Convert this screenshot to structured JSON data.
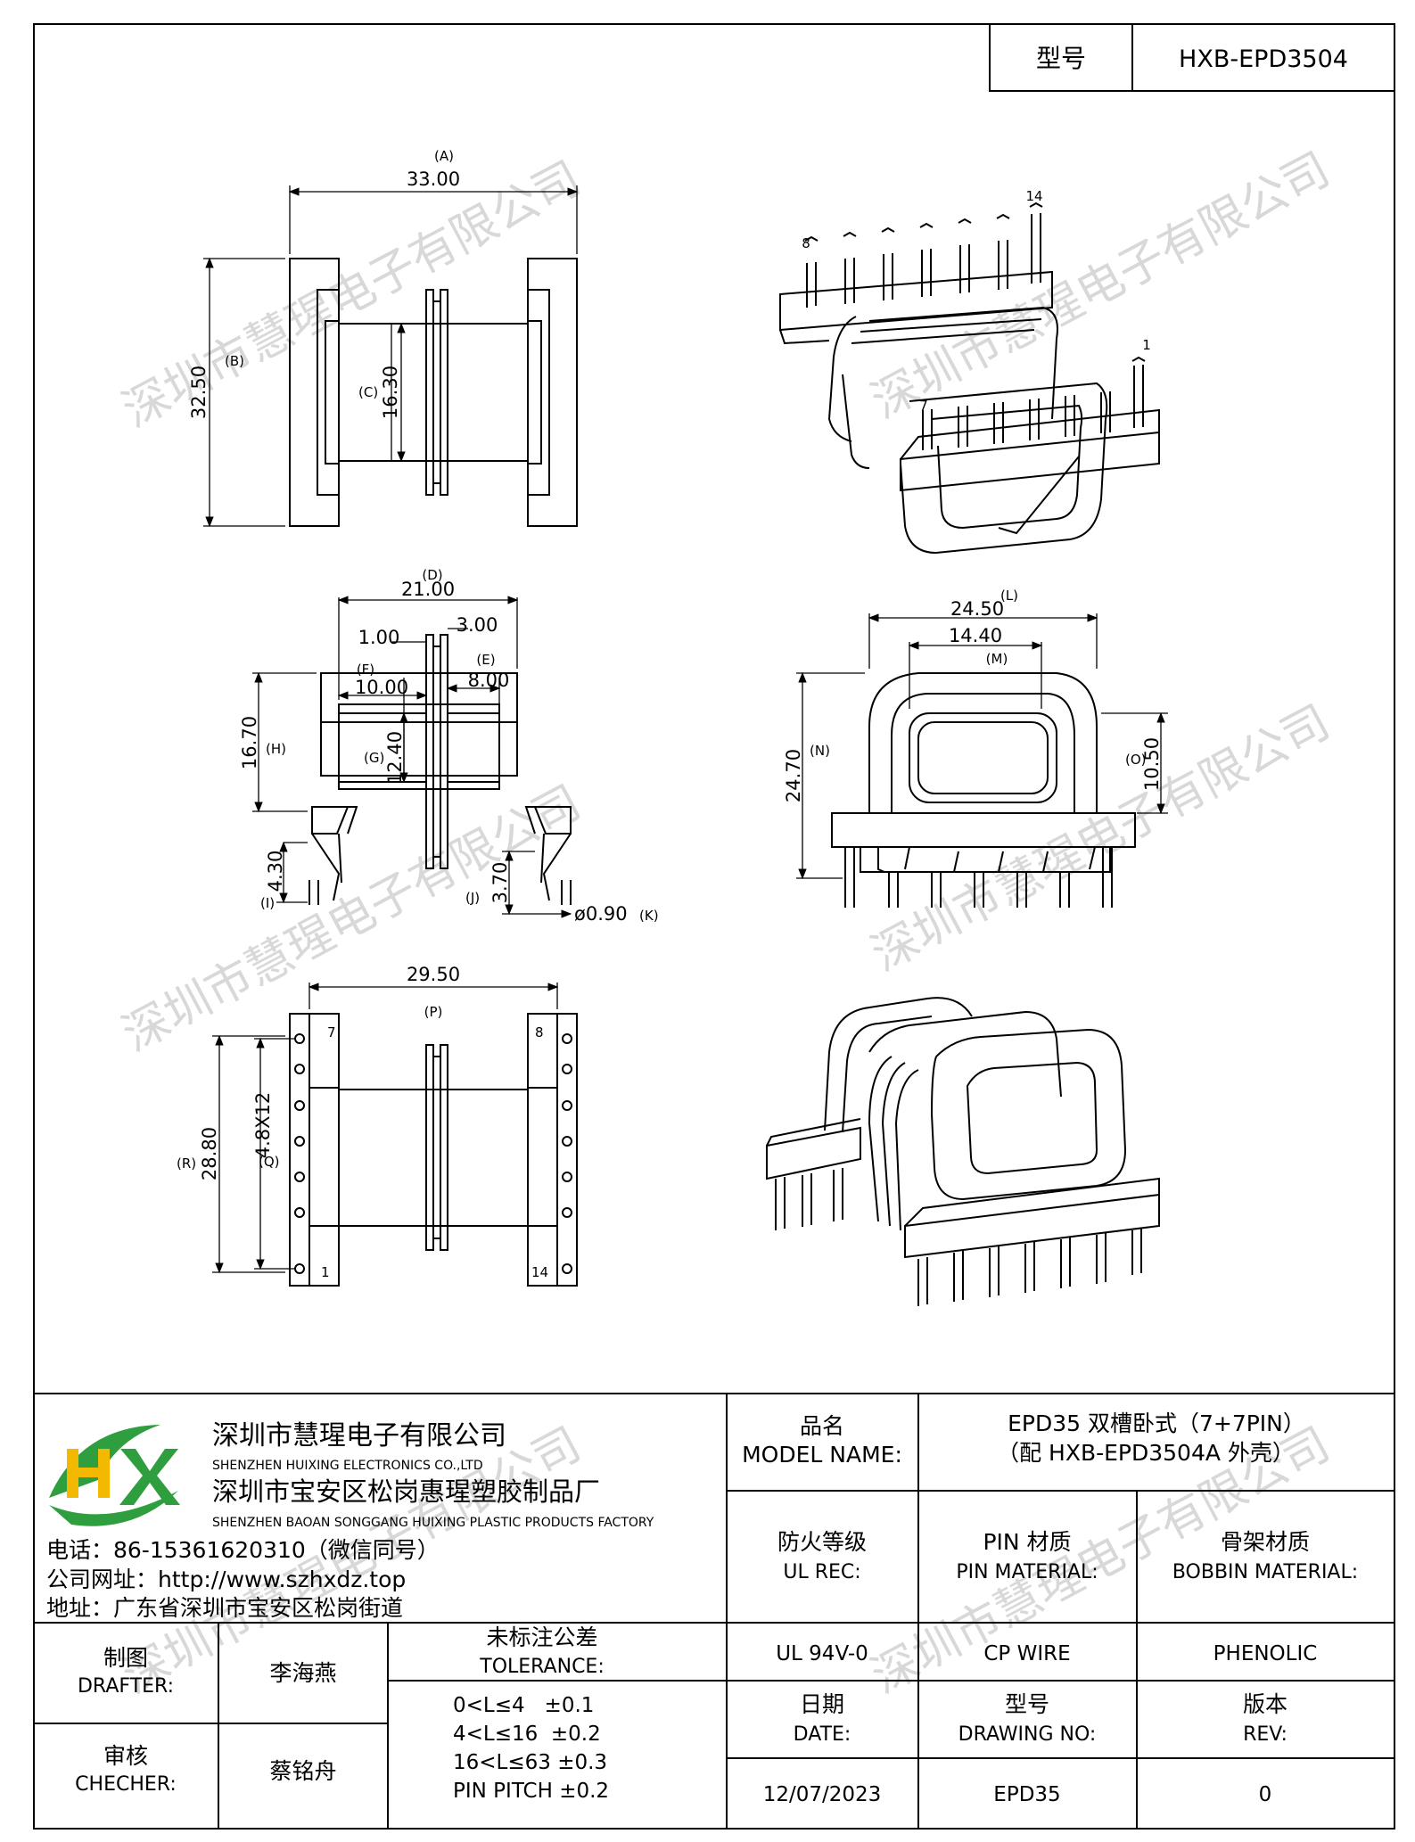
{
  "header": {
    "model_label": "型号",
    "model_value": "HXB-EPD3504"
  },
  "watermark": "深圳市慧瑆电子有限公司",
  "dims": {
    "A": {
      "letter": "(A)",
      "value": "33.00"
    },
    "B": {
      "letter": "(B)",
      "value": "32.50"
    },
    "C": {
      "letter": "(C)",
      "value": "16.30"
    },
    "D": {
      "letter": "(D)",
      "value": "21.00"
    },
    "E": {
      "letter": "(E)",
      "value": "8.00"
    },
    "F": {
      "letter": "(F)",
      "value": "10.00"
    },
    "G": {
      "letter": "(G)",
      "value": "12.40"
    },
    "H": {
      "letter": "(H)",
      "value": "16.70"
    },
    "I": {
      "letter": "(I)",
      "value": "4.30"
    },
    "J": {
      "letter": "(J)",
      "value": "3.70"
    },
    "K": {
      "letter": "(K)",
      "value": "ø0.90"
    },
    "L": {
      "letter": "(L)",
      "value": "24.50"
    },
    "M": {
      "letter": "(M)",
      "value": "14.40"
    },
    "N": {
      "letter": "(N)",
      "value": "24.70"
    },
    "O": {
      "letter": "(O)",
      "value": "10.50"
    },
    "P": {
      "letter": "(P)",
      "value": "29.50"
    },
    "Q": {
      "letter": "(Q)",
      "value": "4.8X12"
    },
    "R": {
      "letter": "(R)",
      "value": "28.80"
    },
    "d100": "1.00",
    "d300": "3.00"
  },
  "pins": {
    "p1": "1",
    "p7": "7",
    "p8": "8",
    "p14": "14"
  },
  "company": {
    "logo_letters": "HX",
    "name_cn": "深圳市慧瑆电子有限公司",
    "name_en": "SHENZHEN HUIXING ELECTRONICS CO.,LTD",
    "factory_cn": "深圳市宝安区松岗惠瑆塑胶制品厂",
    "factory_en": "SHENZHEN BAOAN SONGGANG HUIXING PLASTIC PRODUCTS FACTORY",
    "phone": "电话：86-15361620310（微信同号）",
    "website": "公司网址：http://www.szhxdz.top",
    "address": "地址：广东省深圳市宝安区松岗街道"
  },
  "title_block": {
    "model_name_cn": "品名",
    "model_name_en": "MODEL NAME:",
    "model_name_value1": "EPD35 双槽卧式（7+7PIN）",
    "model_name_value2": "（配 HXB-EPD3504A 外壳）",
    "fire_cn": "防火等级",
    "fire_en": "UL REC:",
    "fire_value": "UL 94V-0",
    "pin_mat_cn": "PIN 材质",
    "pin_mat_en": "PIN MATERIAL:",
    "pin_mat_value": "CP WIRE",
    "bobbin_cn": "骨架材质",
    "bobbin_en": "BOBBIN MATERIAL:",
    "bobbin_value": "PHENOLIC",
    "drafter_cn": "制图",
    "drafter_en": "DRAFTER:",
    "drafter_value": "李海燕",
    "checker_cn": "审核",
    "checker_en": "CHECHER:",
    "checker_value": "蔡铭舟",
    "tol_cn": "未标注公差",
    "tol_en": "TOLERANCE:",
    "tolerances": [
      "0<L≤4   ±0.1",
      "4<L≤16  ±0.2",
      "16<L≤63 ±0.3",
      "PIN PITCH ±0.2"
    ],
    "date_cn": "日期",
    "date_en": "DATE:",
    "date_value": "12/07/2023",
    "dwg_cn": "型号",
    "dwg_en": "DRAWING NO:",
    "dwg_value": "EPD35",
    "rev_cn": "版本",
    "rev_en": "REV:",
    "rev_value": "0"
  }
}
